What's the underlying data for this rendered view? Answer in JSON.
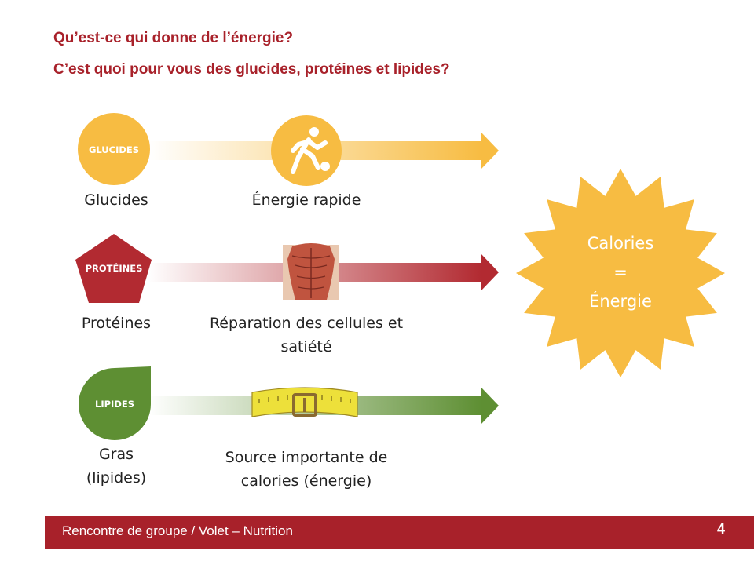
{
  "header": {
    "question1": "Qu’est-ce qui donne de l’énergie?",
    "question2": "C’est quoi pour vous des glucides, protéines et lipides?"
  },
  "rows": [
    {
      "badge": "GLUCIDES",
      "label": "Glucides",
      "description": "Énergie rapide",
      "color": "#f7bc42",
      "icon": "soccer-player-icon"
    },
    {
      "badge": "PROTÉINES",
      "label": "Protéines",
      "description": "Réparation des cellules et satiété",
      "color": "#b22a31",
      "icon": "muscle-torso-icon"
    },
    {
      "badge": "LIPIDES",
      "label": "Gras (lipides)",
      "description": "Source importante de calories (énergie)",
      "color": "#5e8f33",
      "icon": "measuring-tape-belt-icon"
    }
  ],
  "result": {
    "line1": "Calories",
    "line2": "=",
    "line3": "Énergie",
    "color": "#f7bc42"
  },
  "footer": {
    "title": "Rencontre de groupe / Volet – Nutrition",
    "slide_number": "4",
    "color": "#a8212a"
  }
}
